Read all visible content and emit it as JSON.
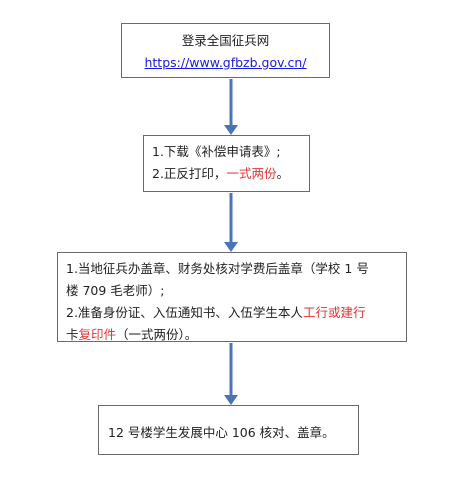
{
  "steps": [
    {
      "title": "登录全国征兵网",
      "link": "https://www.gfbzb.gov.cn/"
    },
    {
      "line1": "1.下载《补偿申请表》;",
      "line2_prefix": "2.正反打印，",
      "line2_highlight": "一式两份",
      "line2_suffix": "。"
    },
    {
      "line1": "1.当地征兵办盖章、财务处核对学费后盖章（学校 1 号",
      "line2": "楼 709 毛老师）;",
      "line3_prefix": "2.准备身份证、入伍通知书、入伍学生本人",
      "line3_highlight": "工行或建行",
      "line4_prefix": "卡",
      "line4_highlight": "复印件",
      "line4_suffix": "（一式两份）。"
    },
    {
      "text": "12 号楼学生发展中心 106 核对、盖章。"
    }
  ],
  "colors": {
    "arrow": "#4a74b9",
    "border": "#6a6a6a",
    "highlight": "#e53333",
    "link": "#1a1ae0"
  }
}
